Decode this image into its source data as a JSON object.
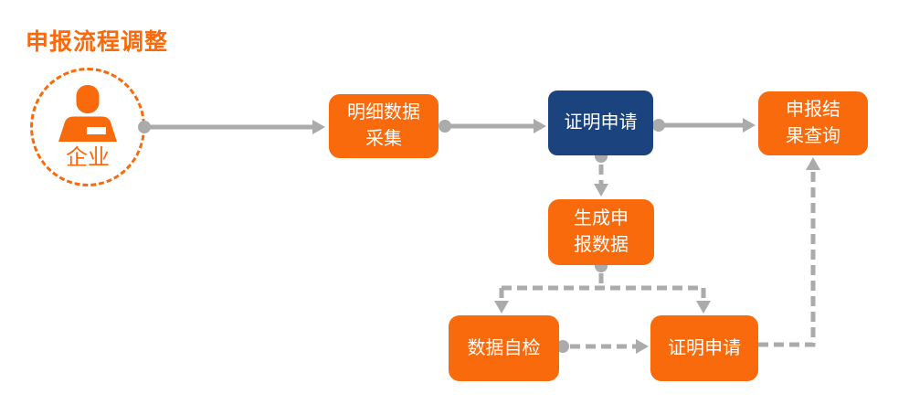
{
  "title": "申报流程调整",
  "colors": {
    "orange": "#F86A0C",
    "navy": "#1B437E",
    "gray": "#ABABAB"
  },
  "actor": {
    "label": "企业",
    "icon": "person-icon"
  },
  "nodes": {
    "detail_collection": {
      "label": "明细数据\n采集",
      "color": "#F86A0C"
    },
    "cert_apply_top": {
      "label": "证明申请",
      "color": "#1B437E"
    },
    "result_query": {
      "label": "申报结\n果查询",
      "color": "#F86A0C"
    },
    "generate_declaration": {
      "label": "生成申\n报数据",
      "color": "#F86A0C"
    },
    "data_self_check": {
      "label": "数据自检",
      "color": "#F86A0C"
    },
    "cert_apply_bottom": {
      "label": "证明申请",
      "color": "#F86A0C"
    }
  }
}
